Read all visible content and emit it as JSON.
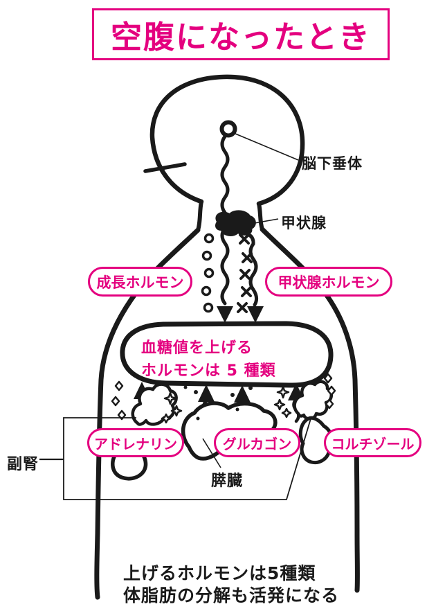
{
  "title": {
    "text": "空腹になったとき"
  },
  "anatomy_labels": {
    "pituitary": "脳下垂体",
    "thyroid": "甲状腺",
    "adrenal": "副腎",
    "pancreas": "膵臓"
  },
  "hormone_pills": {
    "growth": "成長ホルモン",
    "thyroid_hormone": "甲状腺ホルモン",
    "adrenaline": "アドレナリン",
    "glucagon": "グルカゴン",
    "cortisol": "コルチゾール"
  },
  "center_note": {
    "line1": "血糖値を上げる",
    "line2": "ホルモンは 5 種類"
  },
  "caption": {
    "line1": "上げるホルモンは5種類",
    "line2": "体脂肪の分解も活発になる"
  },
  "colors": {
    "accent_pink": "#e4007f",
    "ink_black": "#1a1a1a"
  }
}
